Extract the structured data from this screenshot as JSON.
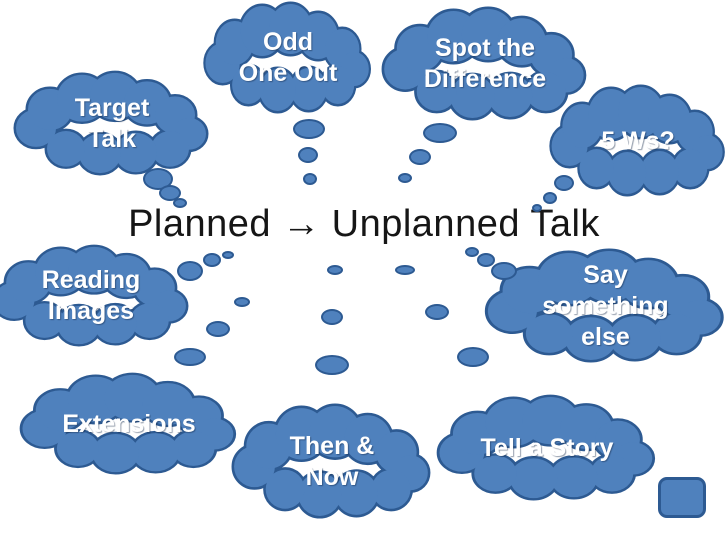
{
  "slide": {
    "title": "Planned → Unplanned Talk",
    "colors": {
      "background": "#ffffff",
      "cloud_fill": "#4f81bd",
      "cloud_border": "#2d5a92",
      "cloud_text": "#ffffff",
      "title_text": "#161616"
    },
    "clouds": [
      {
        "id": "target-talk",
        "lines": [
          "Target",
          "Talk"
        ]
      },
      {
        "id": "odd-one-out",
        "lines": [
          "Odd",
          "One Out"
        ]
      },
      {
        "id": "spot-the-difference",
        "lines": [
          "Spot the",
          "Difference"
        ]
      },
      {
        "id": "five-ws",
        "lines": [
          "5 Ws?"
        ]
      },
      {
        "id": "reading-images",
        "lines": [
          "Reading",
          "Images"
        ]
      },
      {
        "id": "say-something-else",
        "lines": [
          "Say",
          "something",
          "else"
        ]
      },
      {
        "id": "extensions",
        "lines": [
          "Extensions"
        ]
      },
      {
        "id": "then-and-now",
        "lines": [
          "Then &",
          "Now"
        ]
      },
      {
        "id": "tell-a-story",
        "lines": [
          "Tell a Story"
        ]
      }
    ],
    "shapes": {
      "corner_square_color": "#4f81bd"
    }
  }
}
